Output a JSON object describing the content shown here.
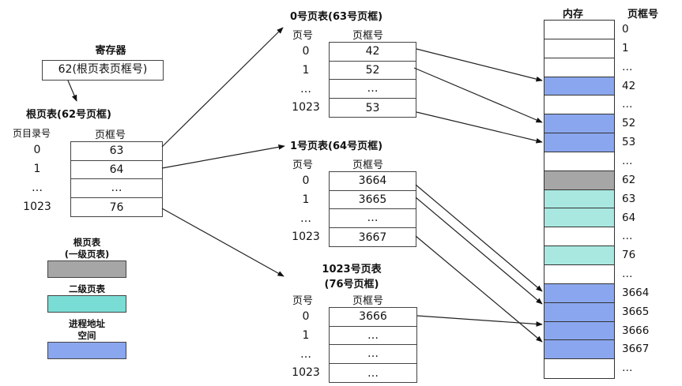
{
  "register": {
    "title": "寄存器",
    "value": "62(根页表页框号)"
  },
  "root_table": {
    "title": "根页表(62号页框)",
    "col_index": "页目录号",
    "col_frame": "页框号",
    "rows": [
      {
        "index": "0",
        "frame": "63"
      },
      {
        "index": "1",
        "frame": "64"
      },
      {
        "index": "…",
        "frame": "…"
      },
      {
        "index": "1023",
        "frame": "76"
      }
    ]
  },
  "page_tables": [
    {
      "title": "0号页表(63号页框)",
      "col_index": "页号",
      "col_frame": "页框号",
      "rows": [
        {
          "index": "0",
          "frame": "42"
        },
        {
          "index": "1",
          "frame": "52"
        },
        {
          "index": "…",
          "frame": "…"
        },
        {
          "index": "1023",
          "frame": "53"
        }
      ]
    },
    {
      "title": "1号页表(64号页框)",
      "col_index": "页号",
      "col_frame": "页框号",
      "rows": [
        {
          "index": "0",
          "frame": "3664"
        },
        {
          "index": "1",
          "frame": "3665"
        },
        {
          "index": "…",
          "frame": "…"
        },
        {
          "index": "1023",
          "frame": "3667"
        }
      ]
    },
    {
      "title_line1": "1023号页表",
      "title_line2": "(76号页框)",
      "col_index": "页号",
      "col_frame": "页框号",
      "rows": [
        {
          "index": "0",
          "frame": "3666"
        },
        {
          "index": "1",
          "frame": "…"
        },
        {
          "index": "…",
          "frame": "…"
        },
        {
          "index": "1023",
          "frame": "…"
        }
      ]
    }
  ],
  "memory": {
    "title": "内存",
    "frame_header": "页框号",
    "frames": [
      {
        "label": "0",
        "type": "empty"
      },
      {
        "label": "1",
        "type": "empty"
      },
      {
        "label": "…",
        "type": "empty"
      },
      {
        "label": "42",
        "type": "process"
      },
      {
        "label": "…",
        "type": "empty"
      },
      {
        "label": "52",
        "type": "process"
      },
      {
        "label": "53",
        "type": "process"
      },
      {
        "label": "…",
        "type": "empty"
      },
      {
        "label": "62",
        "type": "root"
      },
      {
        "label": "63",
        "type": "second"
      },
      {
        "label": "64",
        "type": "second"
      },
      {
        "label": "…",
        "type": "empty"
      },
      {
        "label": "76",
        "type": "second"
      },
      {
        "label": "…",
        "type": "empty"
      },
      {
        "label": "3664",
        "type": "process"
      },
      {
        "label": "3665",
        "type": "process"
      },
      {
        "label": "3666",
        "type": "process"
      },
      {
        "label": "3667",
        "type": "process"
      },
      {
        "label": "…",
        "type": "empty"
      }
    ]
  },
  "legend": {
    "root_line1": "根页表",
    "root_line2": "(一级页表)",
    "second": "二级页表",
    "process_line1": "进程地址",
    "process_line2": "空间"
  },
  "colors": {
    "root": "#a6a6a6",
    "second": "#a8e8e0",
    "second_legend": "#7addd5",
    "process": "#8aa6ee",
    "empty": "#ffffff",
    "line": "#222222"
  }
}
